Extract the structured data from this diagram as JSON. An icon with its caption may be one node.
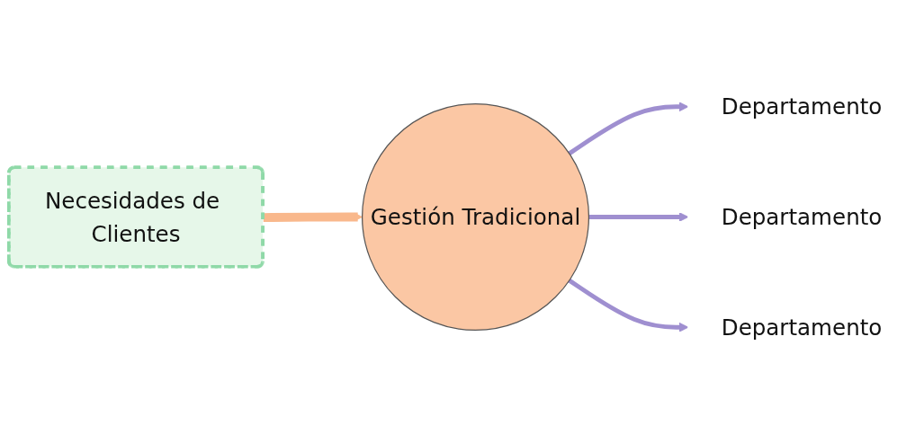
{
  "diagram": {
    "nodes": [
      {
        "text": [
          "Departamento"
        ]
      },
      {
        "text": [
          "Necesidades de Clientes"
        ]
      },
      {
        "text": [
          "Gestión Tradicional"
        ]
      },
      {
        "text": [
          "Departamento"
        ]
      },
      {
        "text": [
          "Departamento"
        ]
      }
    ],
    "edges": [
      {
        "from": 1,
        "to": 2,
        "arrow": "to",
        "style": "thick",
        "color": "#f9b88c"
      },
      {
        "from": 2,
        "to": 0,
        "arrow": "to"
      },
      {
        "from": 2,
        "to": 3,
        "arrow": "to"
      },
      {
        "from": 2,
        "to": 4,
        "arrow": "to"
      }
    ]
  }
}
